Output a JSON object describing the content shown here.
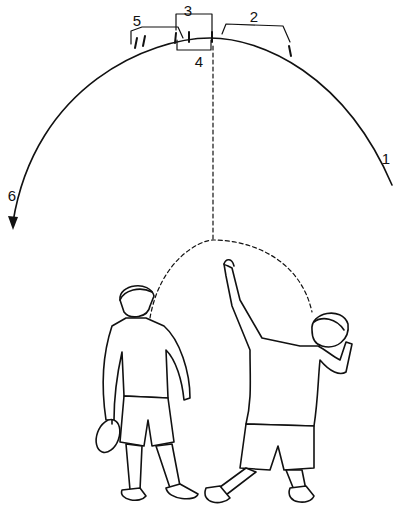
{
  "diagram": {
    "labels": [
      "5",
      "3",
      "2",
      "4",
      "1",
      "6"
    ]
  }
}
